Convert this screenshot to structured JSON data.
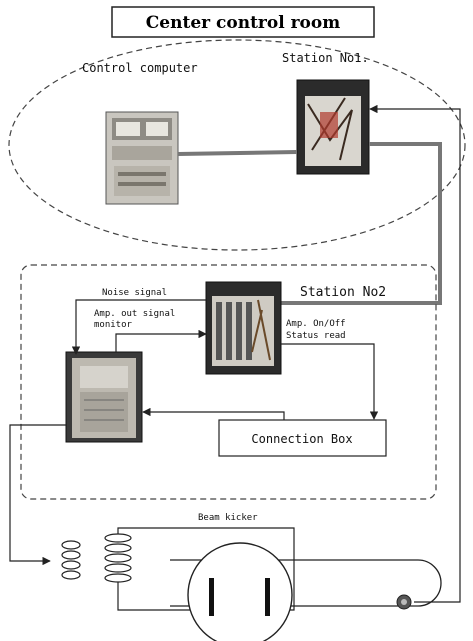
{
  "title": "Center control room",
  "labels": {
    "control_computer": "Control computer",
    "station_no1": "Station No1.",
    "station_no2": "Station No2",
    "noise_signal": "Noise signal",
    "amp_out_line1": "Amp. out signal",
    "amp_out_line2": "monitor",
    "amp_onoff_line1": "Amp. On/Off",
    "amp_onoff_line2": "Status read",
    "connection_box": "Connection Box",
    "beam_kicker": "Beam kicker"
  },
  "colors": {
    "line": "#222222",
    "cable": "#777777",
    "photo_dark": "#2b2b2b"
  }
}
